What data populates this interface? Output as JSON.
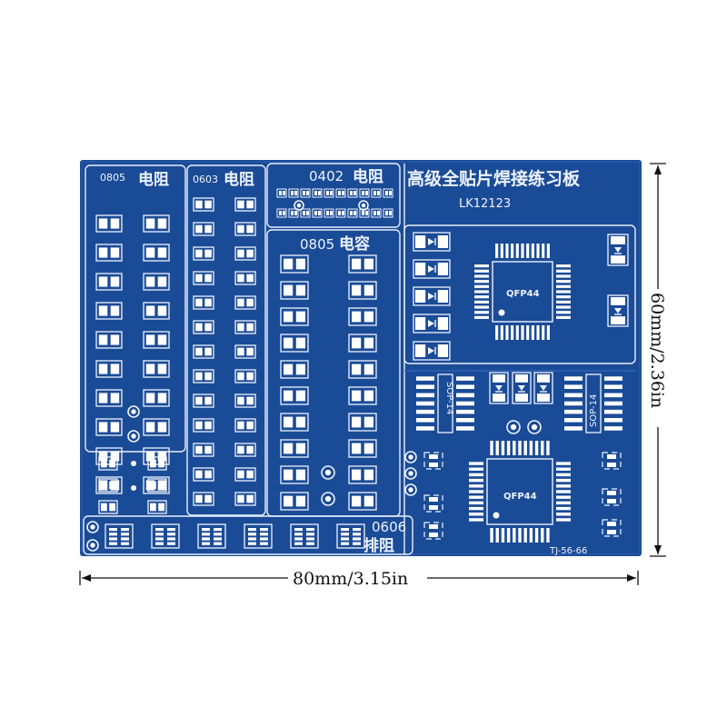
{
  "board": {
    "title": "高级全贴片焊接练习板",
    "model": "LK12123",
    "code": "TJ-56-66",
    "colors": {
      "board": "#1a4b96",
      "trace": "#2c63b8",
      "pad": "#ffffff",
      "silk": "#eef3ff",
      "hole": "#ffffff"
    }
  },
  "sections": {
    "r0805": {
      "size": "0805",
      "name": "电阻"
    },
    "r0603": {
      "size": "0603",
      "name": "电阻"
    },
    "r0402": {
      "size": "0402",
      "name": "电阻"
    },
    "c0805": {
      "size": "0805",
      "name": "电容"
    },
    "rn0606": {
      "size": "0606",
      "name": "排阻"
    }
  },
  "chips": {
    "qfp_top": "QFP44",
    "qfp_bottom": "QFP44",
    "sop_left": "SOP-14",
    "sop_right": "SOP-14"
  },
  "dimensions": {
    "width_label": "80mm/3.15in",
    "height_label": "60mm/2.36in"
  }
}
